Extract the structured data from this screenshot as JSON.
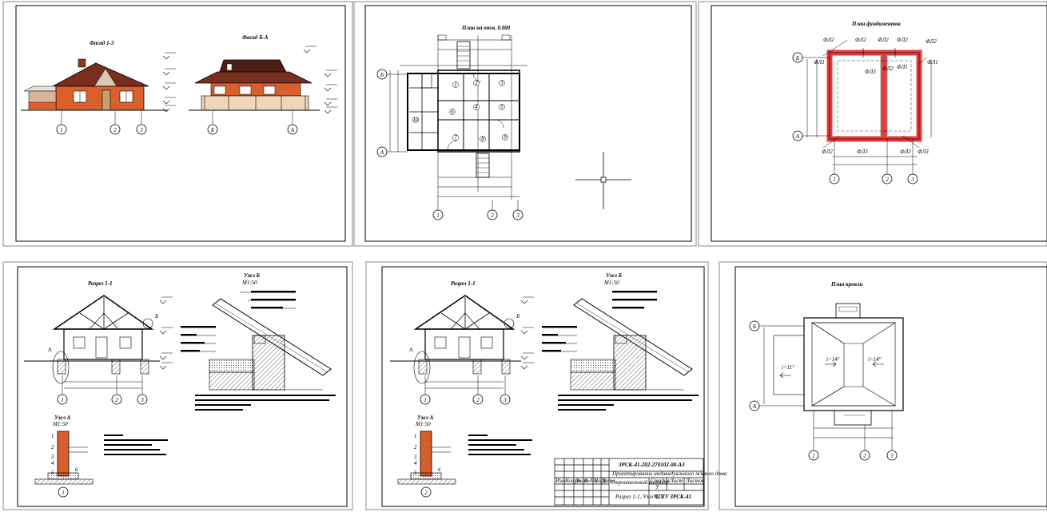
{
  "sheets": {
    "facades": {
      "title_left": "Фасад 1-3",
      "title_right": "Фасад Б-А",
      "axes_left": [
        "1",
        "2",
        "3"
      ],
      "axes_right": [
        "Б",
        "А"
      ]
    },
    "plan": {
      "title": "План на отм. 0.000",
      "axes_rows": [
        "Б",
        "А"
      ],
      "axes_cols": [
        "1",
        "2",
        "3"
      ],
      "room_labels": [
        "1",
        "2",
        "3",
        "4",
        "5",
        "6",
        "7",
        "8",
        "9",
        "10"
      ]
    },
    "foundation": {
      "title": "План фундаментов",
      "axes_rows": [
        "Б",
        "А"
      ],
      "axes_cols": [
        "1",
        "2",
        "3"
      ],
      "marks": [
        "ФЛ2",
        "ФЛ2",
        "ФЛ2",
        "ФЛ2",
        "ФЛ1",
        "ФЛ2",
        "ФЛ1",
        "ФЛ3",
        "ФЛ1",
        "ФЛ2",
        "ФЛ3",
        "ФЛ2",
        "ФЛ3",
        "ФЛ2"
      ]
    },
    "section_left": {
      "title": "Разрез 1-1",
      "node_b_title": "Узел Б",
      "node_b_scale": "М1:50",
      "node_a_title": "Узел А",
      "node_a_scale": "М1:50",
      "axes": [
        "1",
        "2",
        "3"
      ],
      "callout": "Б",
      "callout_a": "А",
      "node_a_axis": "1",
      "layer_numbers": [
        "1",
        "2",
        "3",
        "4",
        "5",
        "6"
      ]
    },
    "section_right": {
      "title": "Разрез 1-1",
      "node_b_title": "Узел Б",
      "node_b_scale": "М1:50",
      "node_a_title": "Узел А",
      "node_a_scale": "М1:50",
      "axes": [
        "1",
        "2",
        "3"
      ],
      "callout": "Б",
      "callout_a": "А",
      "node_a_axis": "2",
      "layer_numbers": [
        "1",
        "2",
        "3",
        "4",
        "5",
        "6"
      ]
    },
    "roof": {
      "title": "План кровли",
      "axes_rows": [
        "Б",
        "А"
      ],
      "axes_cols": [
        "1",
        "2",
        "3"
      ],
      "slopes": [
        "i=11°",
        "i=14°",
        "i=14°"
      ]
    }
  },
  "title_block": {
    "code": "ЗРСК-41-202-270102-00-АЗ",
    "name": "Проектирование индивидуального жилого дома",
    "section": "Строительный каталог",
    "stage_label": "Стадия",
    "sheet_label": "Лист",
    "sheets_label": "Листов",
    "stage": "У",
    "drawing": "Разрез 1-1, Узел А, Б",
    "org": "ЧГТУ ЗРСК-41",
    "cols": [
      "Изм",
      "Кол.уч",
      "Лист",
      "№док",
      "Подп",
      "Дата"
    ]
  },
  "colors": {
    "line": "#000000",
    "brick": "#d9602c",
    "roof": "#7a2f1e",
    "foundation_fill": "#e63b3b",
    "ui_gray": "#9a9a9a"
  },
  "crosshair_icon": "crosshair-cursor-icon"
}
